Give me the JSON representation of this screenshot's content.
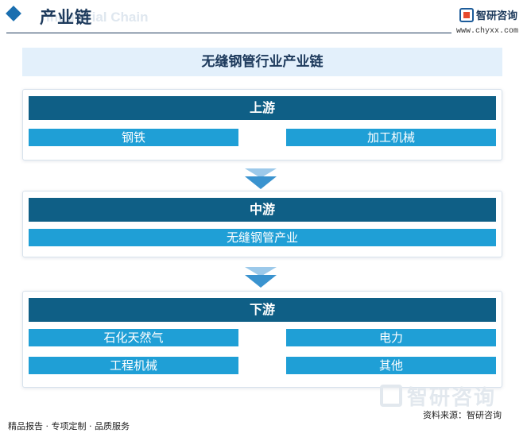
{
  "header": {
    "title": "产业链",
    "ghost_text": "Industrial Chain"
  },
  "brand": {
    "name": "智研咨询",
    "url": "www.chyxx.com"
  },
  "diagram": {
    "title": "无缝钢管行业产业链",
    "upstream": {
      "label": "上游",
      "items": [
        "钢铁",
        "加工机械"
      ]
    },
    "midstream": {
      "label": "中游",
      "items": [
        "无缝钢管产业"
      ]
    },
    "downstream": {
      "label": "下游",
      "items": [
        "石化天然气",
        "电力",
        "工程机械",
        "其他"
      ]
    }
  },
  "footer": {
    "left": "精品报告 · 专项定制 · 品质服务",
    "source": "资料来源：智研咨询",
    "watermark_brand": "智研咨询"
  },
  "colors": {
    "title_text": "#1d3a5c",
    "section_header_bg": "#0f5f86",
    "item_bg": "#1f9fd6",
    "title_bar_bg": "#e3f0fb",
    "arrow": "#3a93cf"
  }
}
